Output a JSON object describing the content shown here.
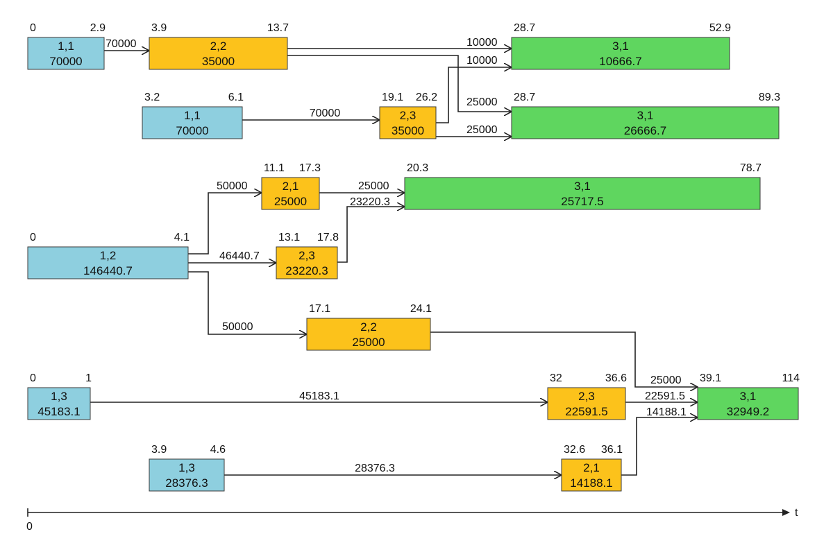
{
  "colors": {
    "stage1": "#8ecfdf",
    "stage2": "#fcc21b",
    "stage3": "#5fd65f",
    "line": "#222222"
  },
  "axis": {
    "origin_label": "0",
    "t_label": "t"
  },
  "boxes": {
    "b01": {
      "id": "1,1",
      "value": "70000",
      "start": "0",
      "end": "2.9",
      "stage": 1
    },
    "b02": {
      "id": "2,2",
      "value": "35000",
      "start": "3.9",
      "end": "13.7",
      "stage": 2
    },
    "b03": {
      "id": "3,1",
      "value": "10666.7",
      "start": "28.7",
      "end": "52.9",
      "stage": 3
    },
    "b04": {
      "id": "1,1",
      "value": "70000",
      "start": "3.2",
      "end": "6.1",
      "stage": 1
    },
    "b05": {
      "id": "2,3",
      "value": "35000",
      "start": "19.1",
      "end": "26.2",
      "stage": 2
    },
    "b06": {
      "id": "3,1",
      "value": "26666.7",
      "start": "28.7",
      "end": "89.3",
      "stage": 3
    },
    "b07": {
      "id": "2,1",
      "value": "25000",
      "start": "11.1",
      "end": "17.3",
      "stage": 2
    },
    "b08": {
      "id": "3,1",
      "value": "25717.5",
      "start": "20.3",
      "end": "78.7",
      "stage": 3
    },
    "b09": {
      "id": "1,2",
      "value": "146440.7",
      "start": "0",
      "end": "4.1",
      "stage": 1
    },
    "b10": {
      "id": "2,3",
      "value": "23220.3",
      "start": "13.1",
      "end": "17.8",
      "stage": 2
    },
    "b11": {
      "id": "2,2",
      "value": "25000",
      "start": "17.1",
      "end": "24.1",
      "stage": 2
    },
    "b12": {
      "id": "1,3",
      "value": "45183.1",
      "start": "0",
      "end": "1",
      "stage": 1
    },
    "b13": {
      "id": "2,3",
      "value": "22591.5",
      "start": "32",
      "end": "36.6",
      "stage": 2
    },
    "b14": {
      "id": "3,1",
      "value": "32949.2",
      "start": "39.1",
      "end": "114",
      "stage": 3
    },
    "b15": {
      "id": "1,3",
      "value": "28376.3",
      "start": "3.9",
      "end": "4.6",
      "stage": 1
    },
    "b16": {
      "id": "2,1",
      "value": "14188.1",
      "start": "32.6",
      "end": "36.1",
      "stage": 2
    }
  },
  "flows": {
    "f01": "70000",
    "f02": "10000",
    "f03": "10000",
    "f04": "70000",
    "f05": "25000",
    "f06": "25000",
    "f07": "50000",
    "f08": "25000",
    "f09": "23220.3",
    "f10": "46440.7",
    "f11": "50000",
    "f12": "45183.1",
    "f13": "25000",
    "f14": "22591.5",
    "f15": "14188.1",
    "f16": "28376.3"
  }
}
